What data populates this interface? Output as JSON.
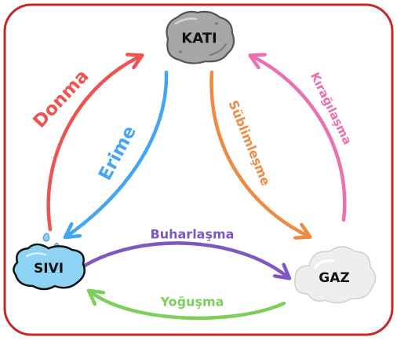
{
  "states": {
    "solid": {
      "label": "KATI"
    },
    "liquid": {
      "label": "SIVI"
    },
    "gas": {
      "label": "GAZ"
    }
  },
  "transitions": {
    "freezing": {
      "label": "Donma",
      "color": "#ef5350"
    },
    "melting": {
      "label": "Erime",
      "color": "#42a5f5"
    },
    "sublimation": {
      "label": "Süblimleşme",
      "color": "#f08a43"
    },
    "deposition": {
      "label": "Kırağılaşma",
      "color": "#ec6fb0"
    },
    "vaporization": {
      "label": "Buharlaşma",
      "color": "#7e57c2"
    },
    "condensation": {
      "label": "Yoğuşma",
      "color": "#7ccf5a"
    }
  },
  "colors": {
    "frame": "#c62828",
    "rock": "#a7a7a7",
    "water": "#8fd3f4",
    "cloud": "#eeeeee"
  }
}
